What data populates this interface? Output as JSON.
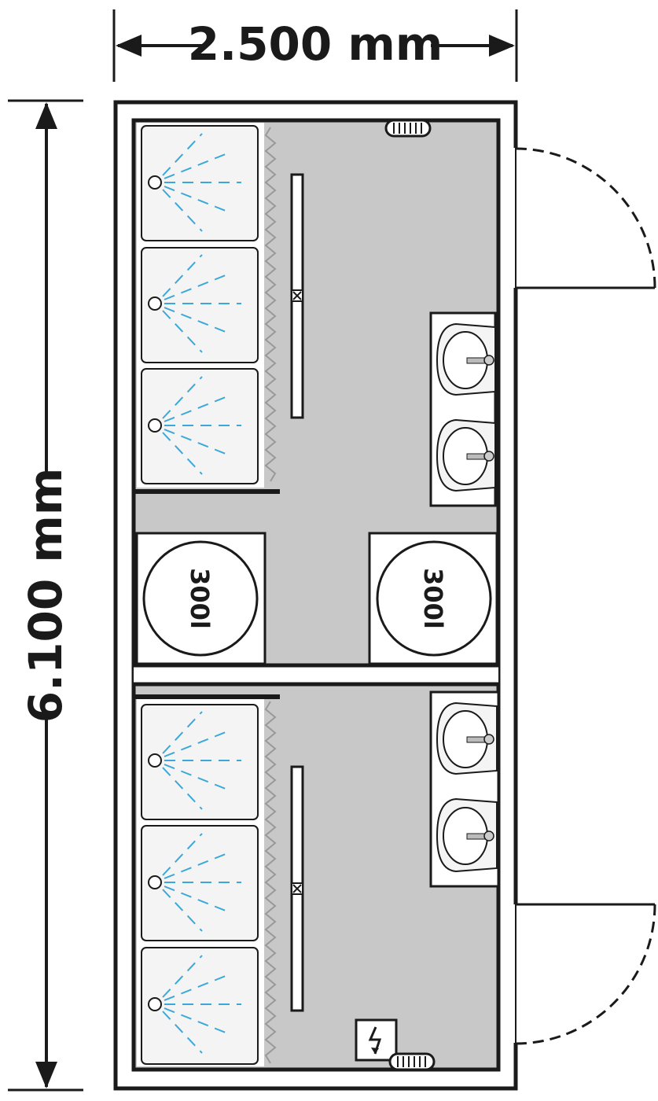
{
  "dimensions": {
    "width_label": "2.500 mm",
    "height_label": "6.100 mm"
  },
  "tanks": {
    "left_label": "300l",
    "right_label": "300l"
  },
  "colors": {
    "floor": "#c8c8c8",
    "wall": "#1a1a1a",
    "shower_spray": "#3aa8d8",
    "fixture_fill": "#f4f4f4"
  },
  "icons": {
    "electrical_panel": "lightning-bolt-icon",
    "shower_head": "shower-spray-icon",
    "sink": "washbasin-icon",
    "door_swing": "door-swing-arc"
  }
}
